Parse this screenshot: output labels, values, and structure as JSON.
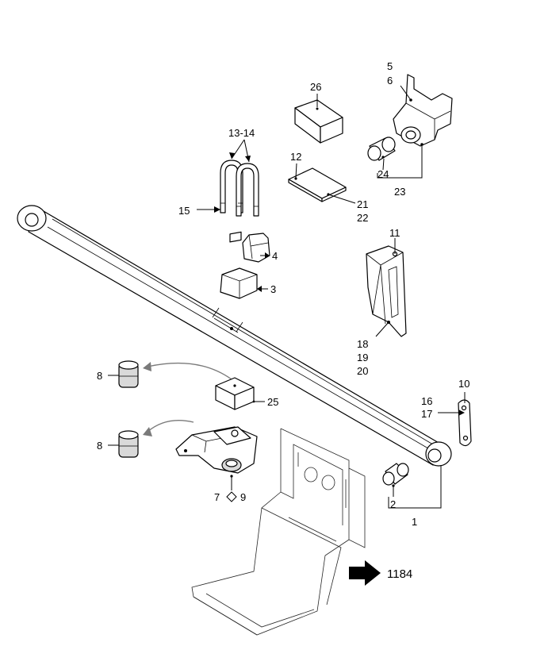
{
  "callouts": {
    "p26": "26",
    "p5": "5",
    "p6": "6",
    "p13_14": "13-14",
    "p12": "12",
    "p24": "24",
    "p23": "23",
    "p15": "15",
    "p21": "21",
    "p22": "22",
    "p4": "4",
    "p11": "11",
    "p3": "3",
    "p18": "18",
    "p19": "19",
    "p20": "20",
    "p8a": "8",
    "p25": "25",
    "p10": "10",
    "p16": "16",
    "p17": "17",
    "p8b": "8",
    "p7": "7",
    "p9": "9",
    "p2": "2",
    "p1": "1"
  },
  "reference": {
    "page": "1184",
    "icon": "arrow-right-icon"
  }
}
